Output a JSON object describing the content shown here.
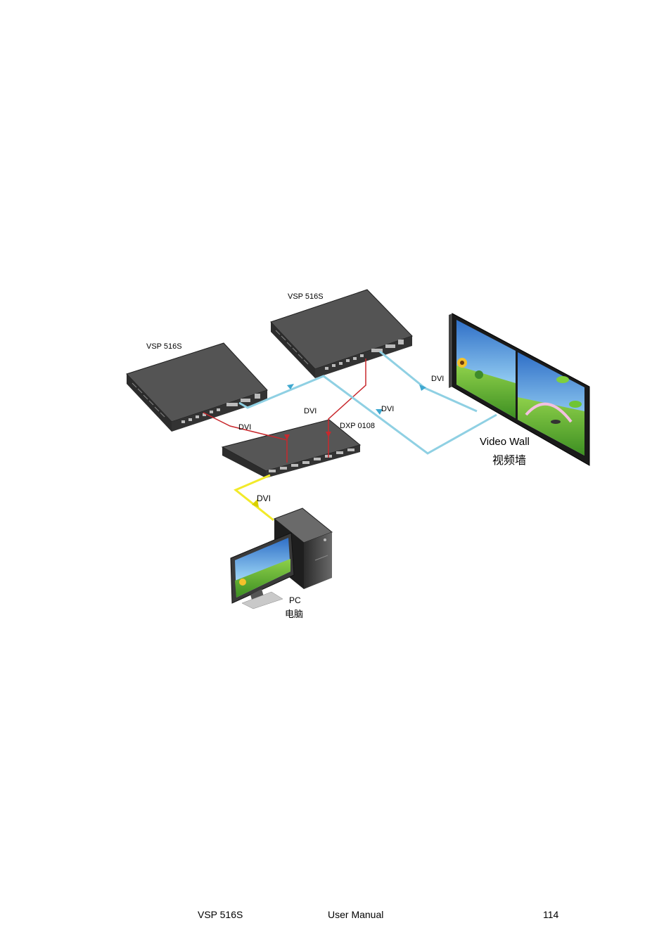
{
  "diagram": {
    "vsp_top_label": "VSP 516S",
    "vsp_left_label": "VSP 516S",
    "dxp_label": "DXP 0108",
    "dvi_vsp_left": "DVI",
    "dvi_vsp_top": "DVI",
    "dvi_wall_top": "DVI",
    "dvi_wall_bottom": "DVI",
    "dvi_pc": "DVI",
    "video_wall_label": "Video Wall",
    "video_wall_label_cn": "视频墙",
    "pc_label": "PC",
    "pc_label_cn": "电脑"
  },
  "colors": {
    "device_body": "#4a4a4a",
    "device_edge": "#222222",
    "cable_red": "#c8282d",
    "cable_blue": "#8fd0e3",
    "cable_yellow": "#f2ea2a",
    "screen_sky": "#4a8fd6",
    "screen_grass": "#5fb235"
  },
  "footer": {
    "product": "VSP 516S",
    "doc": "User Manual",
    "page": "114"
  }
}
